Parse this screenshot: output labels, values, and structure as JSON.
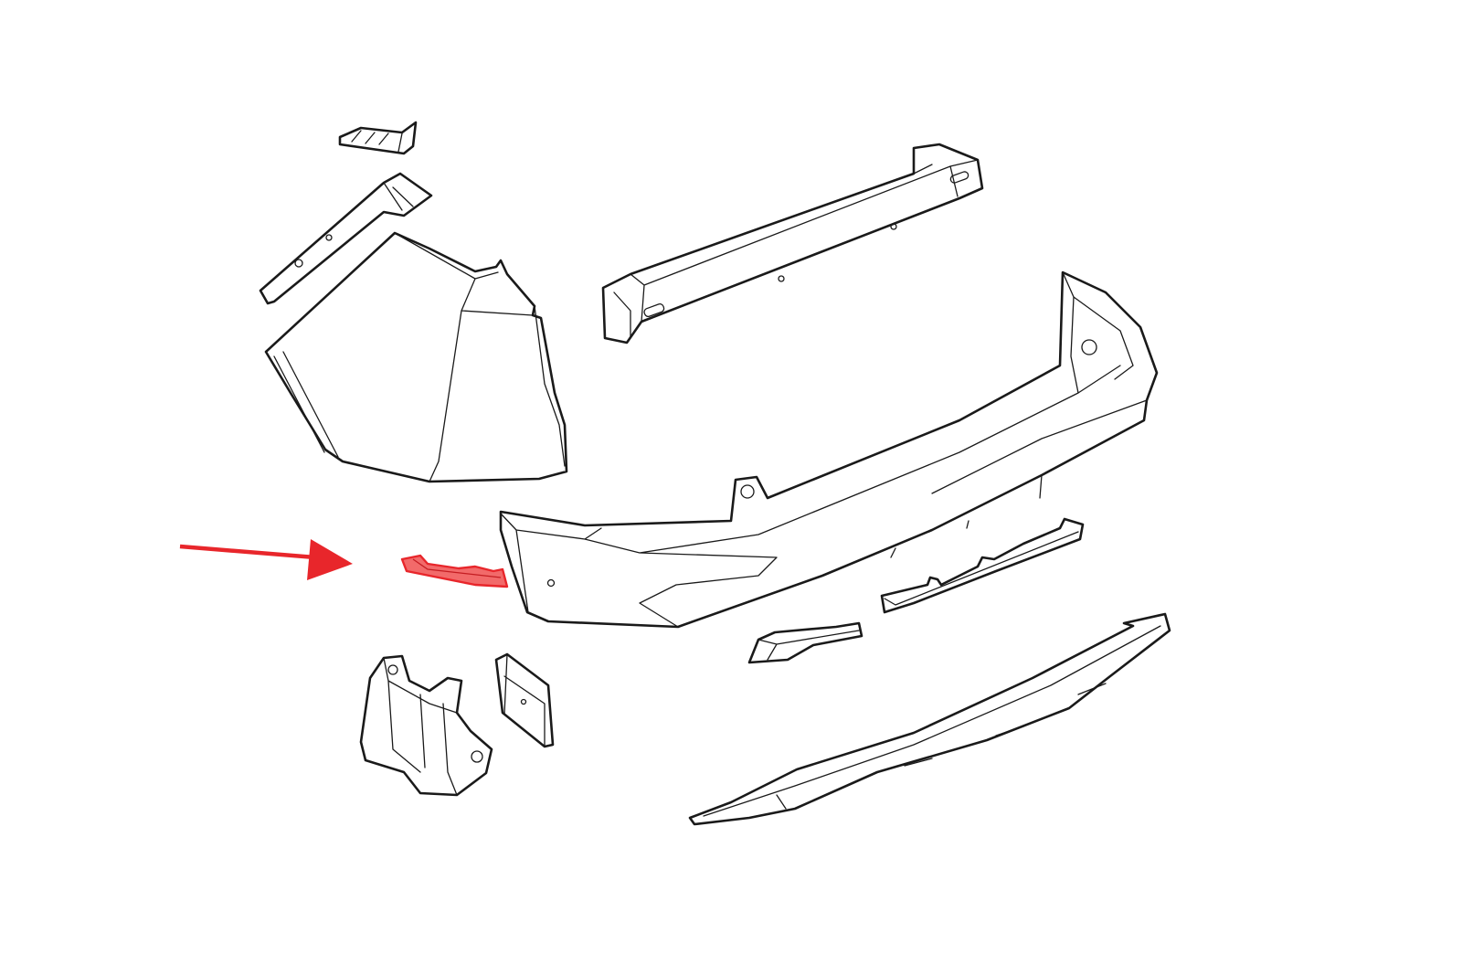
{
  "diagram": {
    "colors": {
      "line": "#1a1a1a",
      "background": "#ffffff",
      "highlight": "#e8262b",
      "highlight_fill": "#f26a6a"
    },
    "parts": [
      "upper-bracket",
      "side-strip",
      "quarter-panel-cover",
      "bumper-reinforcement-beam",
      "rear-bumper-cover",
      "highlighted-bracket",
      "bumper-support-strip",
      "small-reflector-bracket",
      "lower-diffuser-trim",
      "mounting-bracket",
      "spacer-block"
    ]
  }
}
